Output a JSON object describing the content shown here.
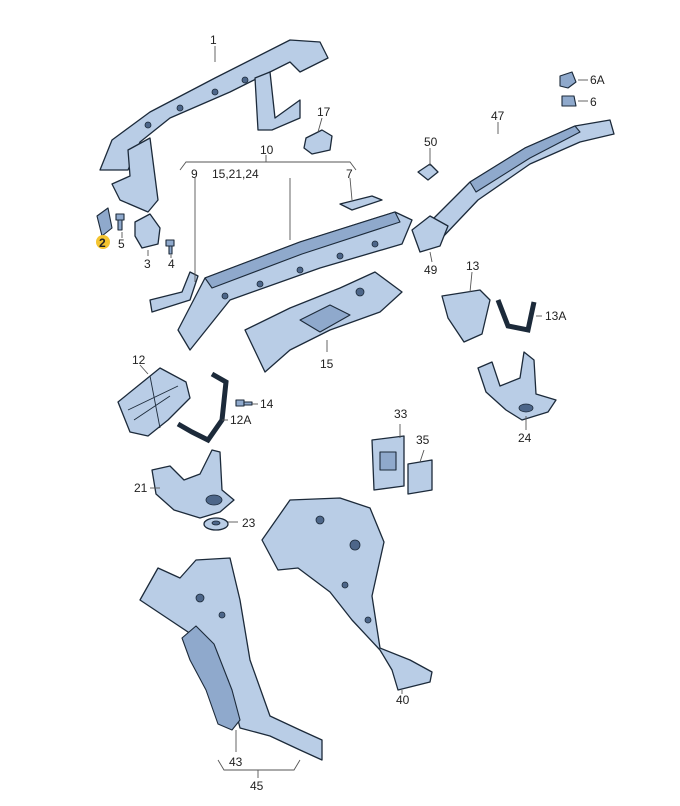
{
  "diagram": {
    "labels": {
      "p1": "1",
      "p2": "2",
      "p3": "3",
      "p4": "4",
      "p5": "5",
      "p6": "6",
      "p6a": "6A",
      "p7": "7",
      "p9": "9",
      "p10": "10",
      "p10sub": "15,21,24",
      "p12": "12",
      "p12a": "12A",
      "p13": "13",
      "p13a": "13A",
      "p14": "14",
      "p15": "15",
      "p17": "17",
      "p21": "21",
      "p23": "23",
      "p24": "24",
      "p33": "33",
      "p35": "35",
      "p40": "40",
      "p43": "43",
      "p45": "45",
      "p47": "47",
      "p49": "49",
      "p50": "50"
    },
    "highlight_color": "#f4c430",
    "part_color": "#b9cde6"
  }
}
